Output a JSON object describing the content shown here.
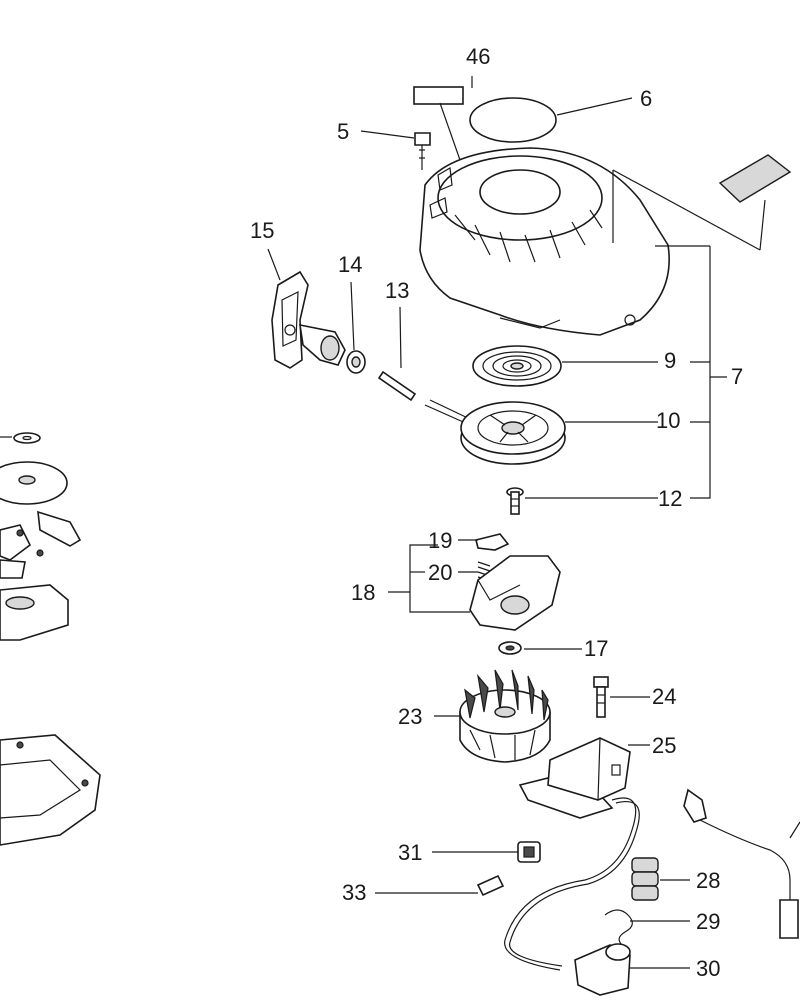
{
  "callouts": {
    "c46": "46",
    "c6": "6",
    "c5": "5",
    "c15": "15",
    "c14": "14",
    "c13": "13",
    "c9": "9",
    "c7": "7",
    "c10": "10",
    "c12": "12",
    "c19": "19",
    "c20": "20",
    "c18": "18",
    "c17": "17",
    "c23": "23",
    "c24": "24",
    "c25": "25",
    "c31": "31",
    "c28": "28",
    "c33": "33",
    "c29": "29",
    "c30": "30"
  }
}
